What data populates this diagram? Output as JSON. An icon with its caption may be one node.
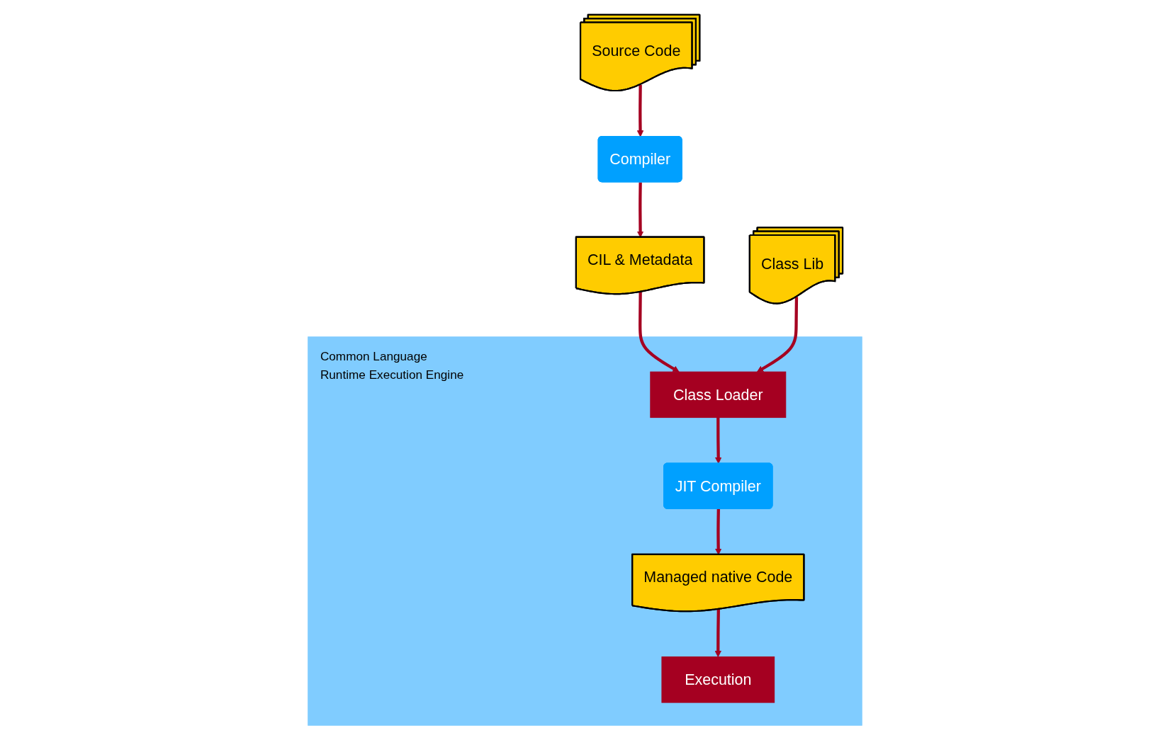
{
  "diagram": {
    "nodes": [
      {
        "text": [
          "Source Code"
        ]
      },
      {
        "text": [
          "Compiler"
        ]
      },
      {
        "text": [
          "CIL & Metadata"
        ]
      },
      {
        "text": [
          "Common Language Runtime Execution Engine"
        ]
      },
      {
        "text": [
          "Class Loader"
        ],
        "in": 3
      },
      {
        "text": [
          "Class Lib"
        ]
      },
      {
        "text": [
          "JIT Compiler"
        ],
        "in": 3
      },
      {
        "text": [
          "Managed native Code"
        ],
        "in": 3
      },
      {
        "text": [
          "Execution"
        ],
        "in": 3
      }
    ],
    "edges": [
      {
        "from": 0,
        "to": 1,
        "arrow": "to"
      },
      {
        "from": 1,
        "to": 2,
        "arrow": "to"
      },
      {
        "from": 2,
        "to": 4,
        "arrow": "to"
      },
      {
        "from": 5,
        "to": 4,
        "arrow": "to"
      },
      {
        "from": 4,
        "to": 6,
        "arrow": "to"
      },
      {
        "from": 6,
        "to": 7,
        "arrow": "to"
      },
      {
        "from": 7,
        "to": 8,
        "arrow": "to"
      }
    ]
  }
}
